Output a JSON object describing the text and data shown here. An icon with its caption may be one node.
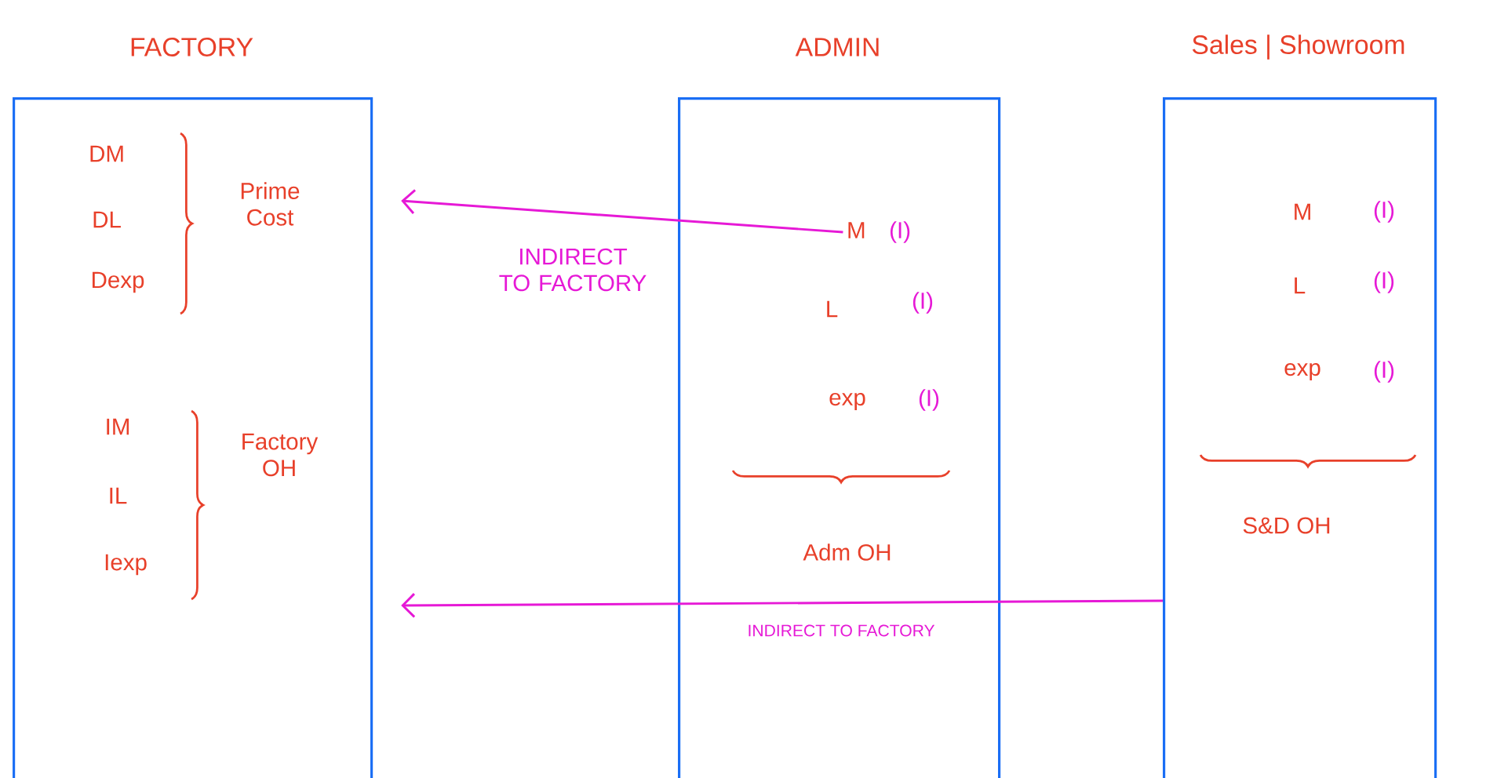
{
  "diagram": {
    "nodes": [
      {
        "text": [
          "FACTORY"
        ]
      },
      {
        "text": [
          "ADMIN"
        ]
      },
      {
        "text": [
          "Sales | Showroom"
        ]
      },
      {
        "text": [
          "M",
          "(I)"
        ],
        "in": 1
      }
    ],
    "edges": [
      {
        "from": 3,
        "to": 0,
        "arrow": "to",
        "label": "INDIRECT TO FACTORY"
      },
      {
        "from": 2,
        "to": 0,
        "arrow": "to",
        "label": "INDIRECT TO FACTORY"
      }
    ],
    "labels": [
      "DM",
      "DL",
      "Dexp",
      "Prime Cost",
      "IM",
      "IL",
      "Iexp",
      "Factory OH",
      "L",
      "(I)",
      "exp",
      "(I)",
      "Adm OH",
      "M",
      "(I)",
      "L",
      "(I)",
      "exp",
      "(I)",
      "S&D OH"
    ]
  }
}
